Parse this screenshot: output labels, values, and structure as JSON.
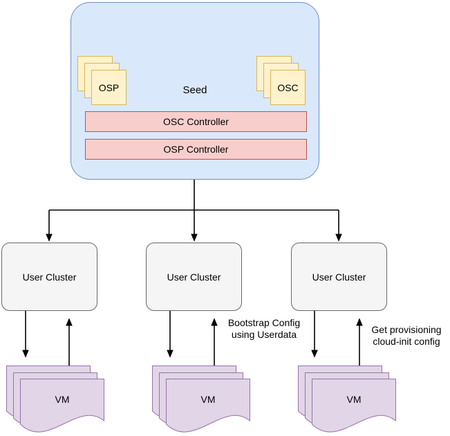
{
  "diagram": {
    "seed": {
      "label": "Seed",
      "osp_stack": {
        "label": "OSP"
      },
      "osc_stack": {
        "label": "OSC"
      },
      "controllers": {
        "osc": "OSC Controller",
        "osp": "OSP Controller"
      }
    },
    "clusters": {
      "c1": "User Cluster",
      "c2": "User Cluster",
      "c3": "User Cluster"
    },
    "vms": {
      "v1": "VM",
      "v2": "VM",
      "v3": "VM"
    },
    "edge_labels": {
      "bootstrap": "Bootstrap Config\nusing Userdata",
      "provisioning": "Get provisioning\ncloud-init config"
    },
    "colors": {
      "seed_fill": "#dae8fc",
      "seed_stroke": "#6c8ebf",
      "component_fill": "#fff2cc",
      "component_stroke": "#d6b656",
      "controller_fill": "#f8cecc",
      "controller_stroke": "#b85450",
      "cluster_fill": "#f5f5f5",
      "cluster_stroke": "#666666",
      "vm_fill": "#e1d5e7",
      "vm_stroke": "#9673a6",
      "connector": "#000000"
    }
  }
}
